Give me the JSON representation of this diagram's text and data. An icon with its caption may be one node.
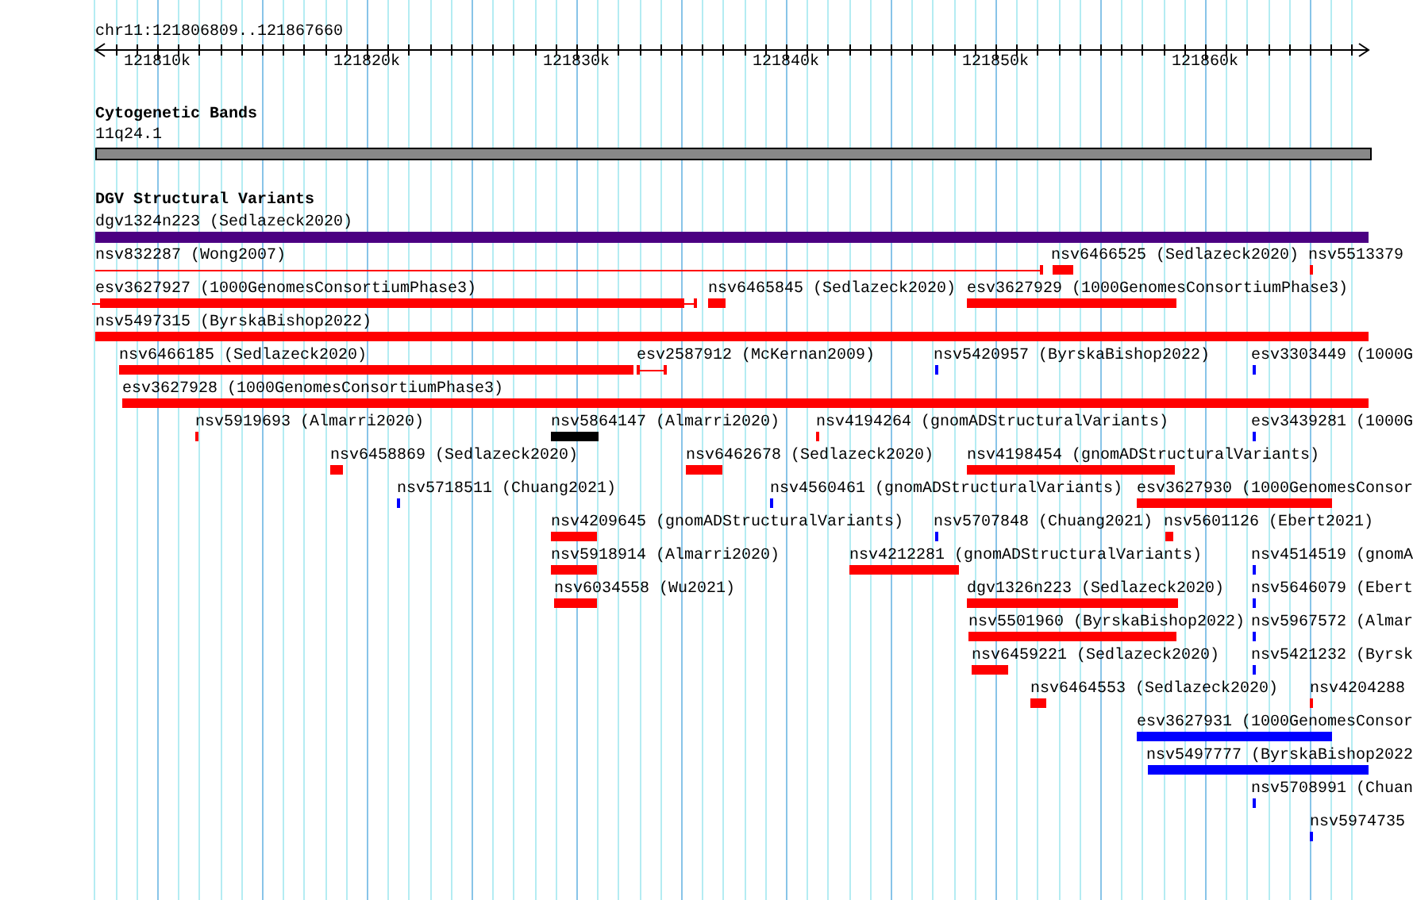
{
  "diagram": {
    "nodes": [
      {
        "text": [
          "11q24.1"
        ]
      },
      {
        "text": [
          "dgv1324n223 (Sedlazeck2020)"
        ]
      },
      {
        "text": [
          "nsv832287 (Wong2007)"
        ]
      },
      {
        "text": [
          "nsv6466525 (Sedlazeck2020)"
        ]
      },
      {
        "text": [
          "nsv5513379"
        ]
      },
      {
        "text": [
          "esv3627927 (1000GenomesConsortiumPhase3)"
        ]
      },
      {
        "text": [
          "nsv6465845 (Sedlazeck2020)"
        ]
      },
      {
        "text": [
          "esv3627929 (1000GenomesConsortiumPhase3)"
        ]
      },
      {
        "text": [
          "nsv5497315 (ByrskaBishop2022)"
        ]
      },
      {
        "text": [
          "nsv6466185 (Sedlazeck2020)"
        ]
      },
      {
        "text": [
          "esv2587912 (McKernan2009)"
        ]
      },
      {
        "text": [
          "nsv5420957 (ByrskaBishop2022)"
        ]
      },
      {
        "text": [
          "esv3303449 (1000G"
        ]
      },
      {
        "text": [
          "esv3627928 (1000GenomesConsortiumPhase3)"
        ]
      },
      {
        "text": [
          "nsv5919693 (Almarri2020)"
        ]
      },
      {
        "text": [
          "nsv5864147 (Almarri2020)"
        ]
      },
      {
        "text": [
          "nsv4194264 (gnomADStructuralVariants)"
        ]
      },
      {
        "text": [
          "esv3439281 (1000G"
        ]
      },
      {
        "text": [
          "nsv6458869 (Sedlazeck2020)"
        ]
      },
      {
        "text": [
          "nsv6462678 (Sedlazeck2020)"
        ]
      },
      {
        "text": [
          "nsv4198454 (gnomADStructuralVariants)"
        ]
      },
      {
        "text": [
          "nsv5718511 (Chuang2021)"
        ]
      },
      {
        "text": [
          "nsv4560461 (gnomADStructuralVariants)"
        ]
      },
      {
        "text": [
          "esv3627930 (1000GenomesConsor"
        ]
      },
      {
        "text": [
          "nsv4209645 (gnomADStructuralVariants)"
        ]
      },
      {
        "text": [
          "nsv5707848 (Chuang2021)"
        ]
      },
      {
        "text": [
          "nsv5601126 (Ebert2021)"
        ]
      },
      {
        "text": [
          "nsv5918914 (Almarri2020)"
        ]
      },
      {
        "text": [
          "nsv4212281 (gnomADStructuralVariants)"
        ]
      },
      {
        "text": [
          "nsv4514519 (gnomA"
        ]
      },
      {
        "text": [
          "nsv6034558 (Wu2021)"
        ]
      },
      {
        "text": [
          "dgv1326n223 (Sedlazeck2020)"
        ]
      },
      {
        "text": [
          "nsv5646079 (Ebert"
        ]
      },
      {
        "text": [
          "nsv5501960 (ByrskaBishop2022)"
        ]
      },
      {
        "text": [
          "nsv5967572 (Almar"
        ]
      },
      {
        "text": [
          "nsv6459221 (Sedlazeck2020)"
        ]
      },
      {
        "text": [
          "nsv5421232 (Byrsk"
        ]
      },
      {
        "text": [
          "nsv6464553 (Sedlazeck2020)"
        ]
      },
      {
        "text": [
          "nsv4204288"
        ]
      },
      {
        "text": [
          "esv3627931 (1000GenomesConsor"
        ]
      },
      {
        "text": [
          "nsv5497777 (ByrskaBishop2022"
        ]
      },
      {
        "text": [
          "nsv5708991 (Chuan"
        ]
      },
      {
        "text": [
          "nsv5974735"
        ]
      }
    ],
    "labels": [
      "chr11:121806809..121867660",
      "121810k",
      "121820k",
      "121830k",
      "121840k",
      "121850k",
      "121860k",
      "Cytogenetic Bands",
      "DGV Structural Variants"
    ]
  }
}
